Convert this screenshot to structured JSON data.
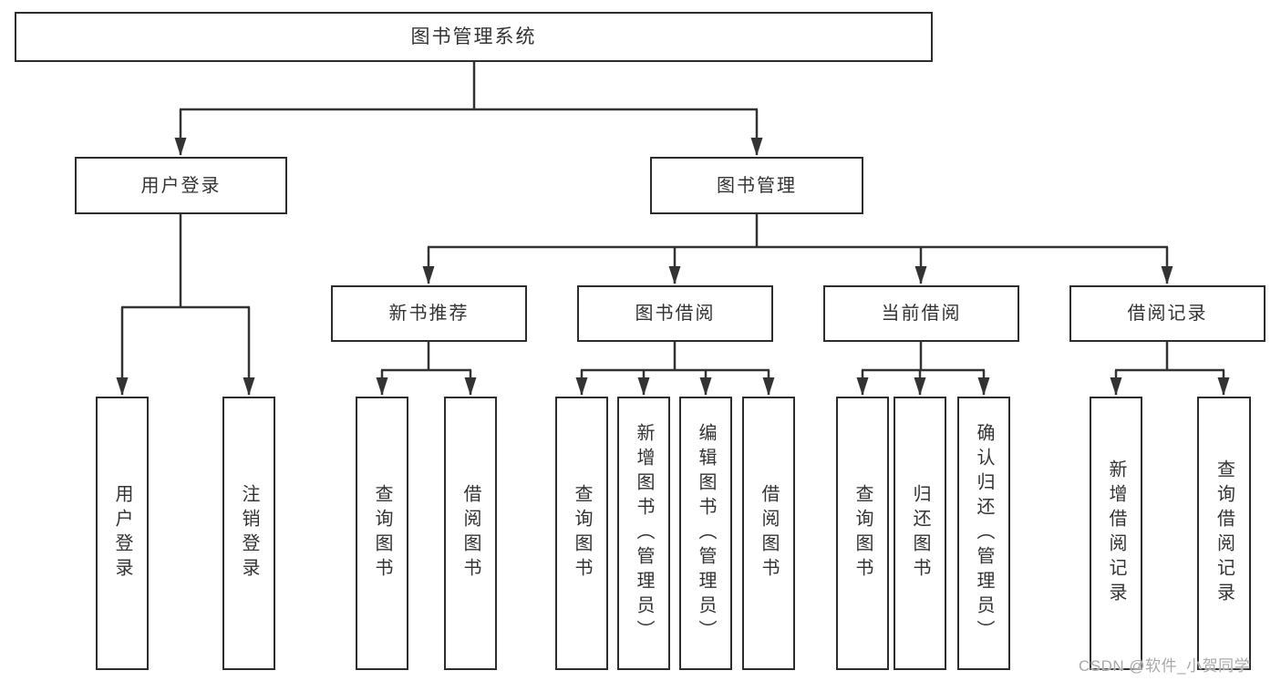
{
  "diagram": {
    "root": {
      "label": "图书管理系统",
      "children": [
        {
          "label": "用户登录",
          "children": [
            {
              "label": "用户登录"
            },
            {
              "label": "注销登录"
            }
          ]
        },
        {
          "label": "图书管理",
          "children": [
            {
              "label": "新书推荐",
              "children": [
                {
                  "label": "查询图书"
                },
                {
                  "label": "借阅图书"
                }
              ]
            },
            {
              "label": "图书借阅",
              "children": [
                {
                  "label": "查询图书"
                },
                {
                  "label": "新增图书（管理员）"
                },
                {
                  "label": "编辑图书（管理员）"
                },
                {
                  "label": "借阅图书"
                }
              ]
            },
            {
              "label": "当前借阅",
              "children": [
                {
                  "label": "查询图书"
                },
                {
                  "label": "归还图书"
                },
                {
                  "label": "确认归还（管理员）"
                }
              ]
            },
            {
              "label": "借阅记录",
              "children": [
                {
                  "label": "新增借阅记录"
                },
                {
                  "label": "查询借阅记录"
                }
              ]
            }
          ]
        }
      ]
    }
  },
  "watermark": "CSDN @软件_小贺同学",
  "colors": {
    "line": "#333333",
    "box_border": "#2d2d2d",
    "text": "#333333",
    "watermark_text": "#a9a9a9",
    "background": "#ffffff"
  }
}
